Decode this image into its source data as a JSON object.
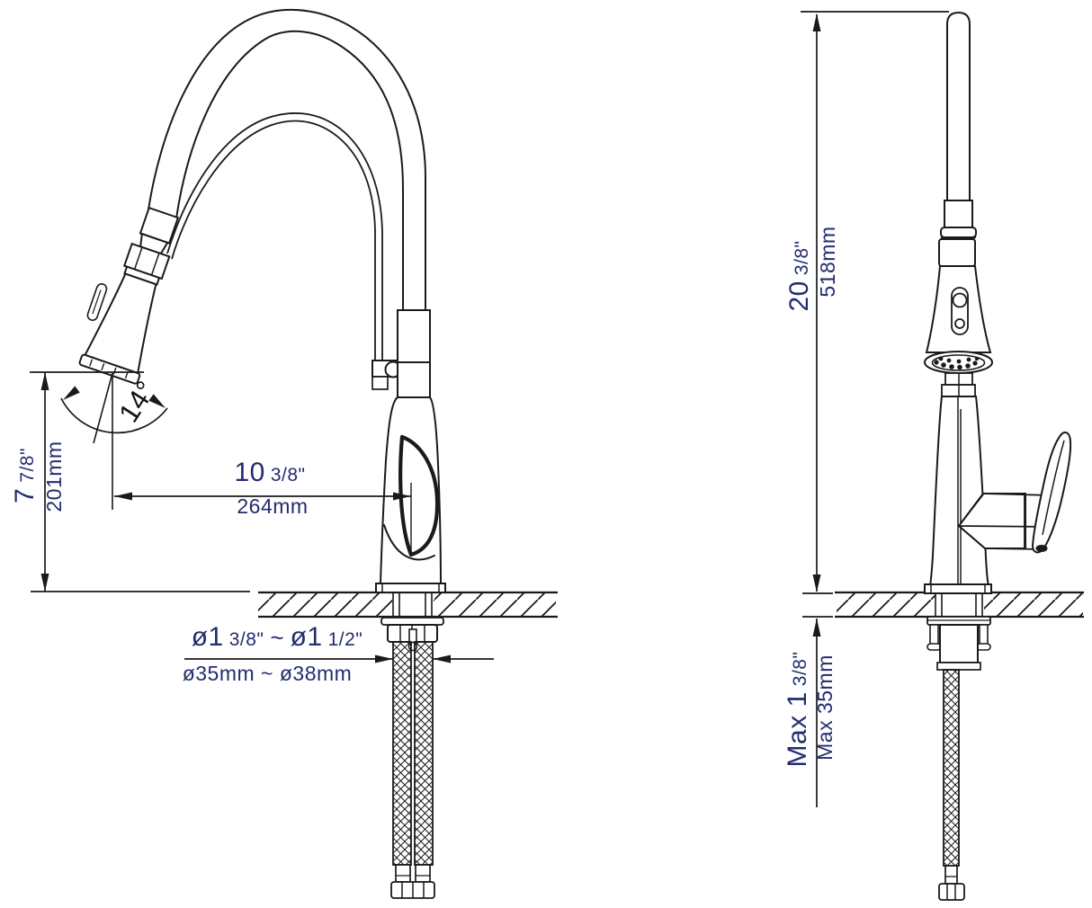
{
  "drawing": {
    "type": "kitchen-faucet-installation-dimension-drawing",
    "colors": {
      "line": "#1a1a1a",
      "dimension_text": "#232d6e",
      "background": "#ffffff"
    },
    "angle": {
      "label": "14°"
    },
    "outlet_height": {
      "in_main": "7",
      "in_frac": "7/8\"",
      "mm": "201mm"
    },
    "spout_reach": {
      "in_main": "10",
      "in_frac": "3/8\"",
      "mm": "264mm"
    },
    "hole_diameter": {
      "in_main_1": "ø1",
      "in_frac_1": "3/8\"",
      "separator": "~",
      "in_main_2": "ø1",
      "in_frac_2": "1/2\"",
      "mm": "ø35mm ~ ø38mm"
    },
    "overall_height": {
      "in_main": "20",
      "in_frac": "3/8\"",
      "mm": "518mm"
    },
    "max_deck_thickness": {
      "in_main": "Max 1",
      "in_frac": "3/8\"",
      "mm": "Max 35mm"
    }
  }
}
